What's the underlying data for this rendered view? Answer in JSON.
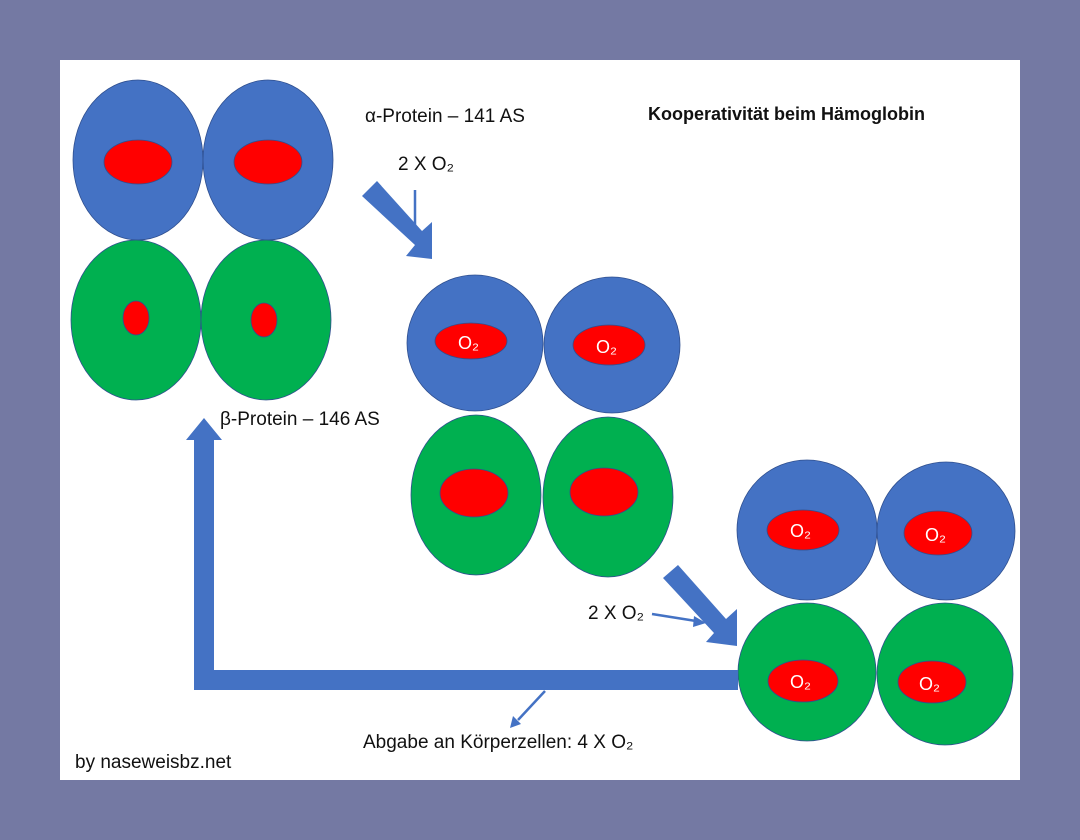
{
  "title": "Kooperativität beim Hämoglobin",
  "alpha_label": "α-Protein – 141 AS",
  "beta_label": "β-Protein – 146 AS",
  "binding_label_1": "2 X O₂",
  "binding_label_2": "2 X O₂",
  "release_label": "Abgabe an Körperzellen: 4 X O₂",
  "credit": "by naseweisbz.net",
  "oxygen_label": "O₂",
  "colors": {
    "background": "#7479a3",
    "alpha": "#4472c4",
    "beta": "#00b050",
    "heme": "#ff0000",
    "arrow": "#4472c4"
  }
}
